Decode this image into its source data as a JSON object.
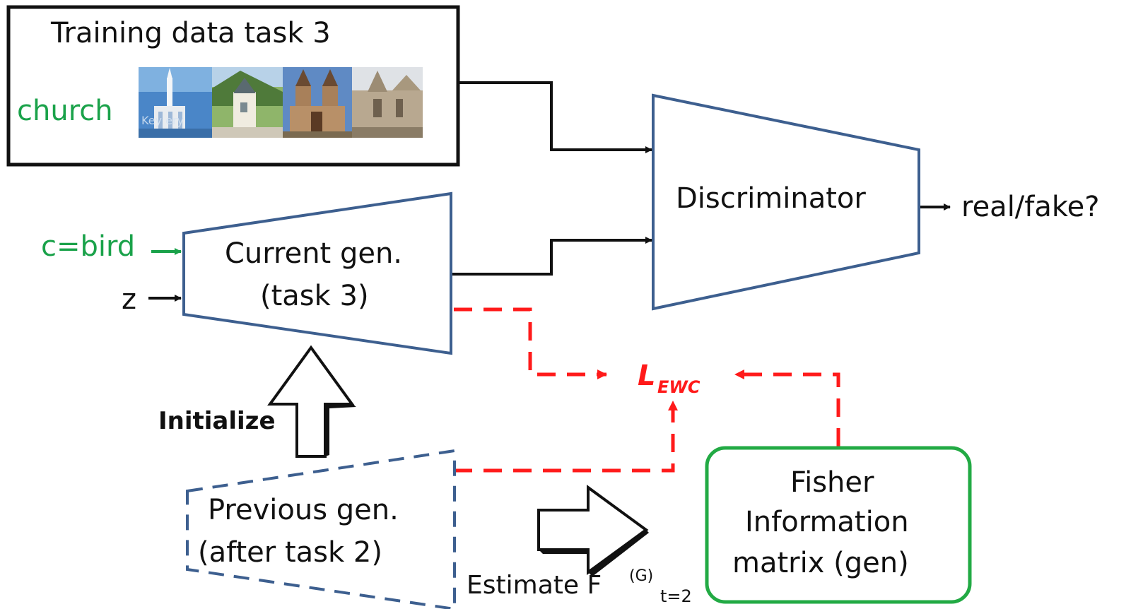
{
  "training_box": {
    "title": "Training data task 3",
    "class_label": "church",
    "photo_watermark": "Key  ery"
  },
  "discriminator": {
    "label": "Discriminator"
  },
  "output_label": "real/fake?",
  "current_gen": {
    "line1": "Current gen.",
    "line2": "(task 3)",
    "input_c": "c=bird",
    "input_z": "z"
  },
  "loss": {
    "main": "L",
    "sub": "EWC"
  },
  "initialize_label": "Initialize",
  "previous_gen": {
    "line1": "Previous gen.",
    "line2": "(after task 2)"
  },
  "estimate": {
    "prefix": "Estimate F",
    "sup": "(G)",
    "sub": "t=2"
  },
  "fisher": {
    "line1": "Fisher",
    "line2": "Information",
    "line3": "matrix (gen)"
  },
  "colors": {
    "block_border": "#3d5f8f",
    "green": "#1aa24a",
    "red_dashed": "#ff1a1a",
    "fisher_border": "#22aa44"
  }
}
